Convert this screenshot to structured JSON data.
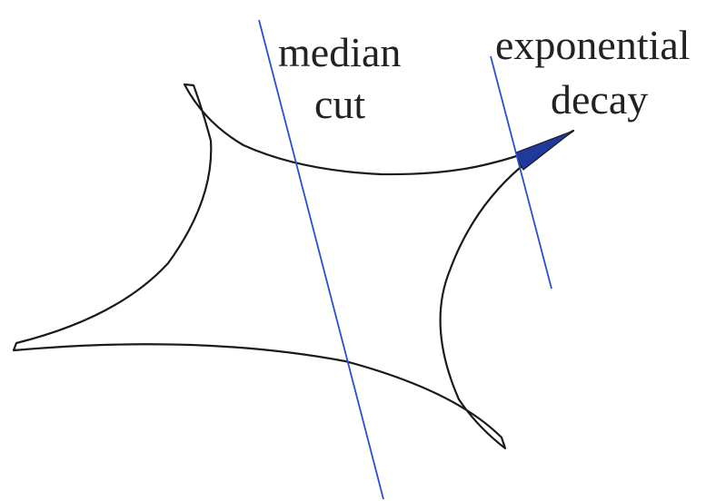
{
  "labels": {
    "median_line1": "median",
    "median_line2": "cut",
    "exp_line1": "exponential",
    "exp_line2": "decay"
  },
  "colors": {
    "background": "#ffffff",
    "outline": "#1a1a1a",
    "cut_line": "#2a4fd0",
    "tail_fill": "#1f3a9a",
    "text": "#222222"
  }
}
